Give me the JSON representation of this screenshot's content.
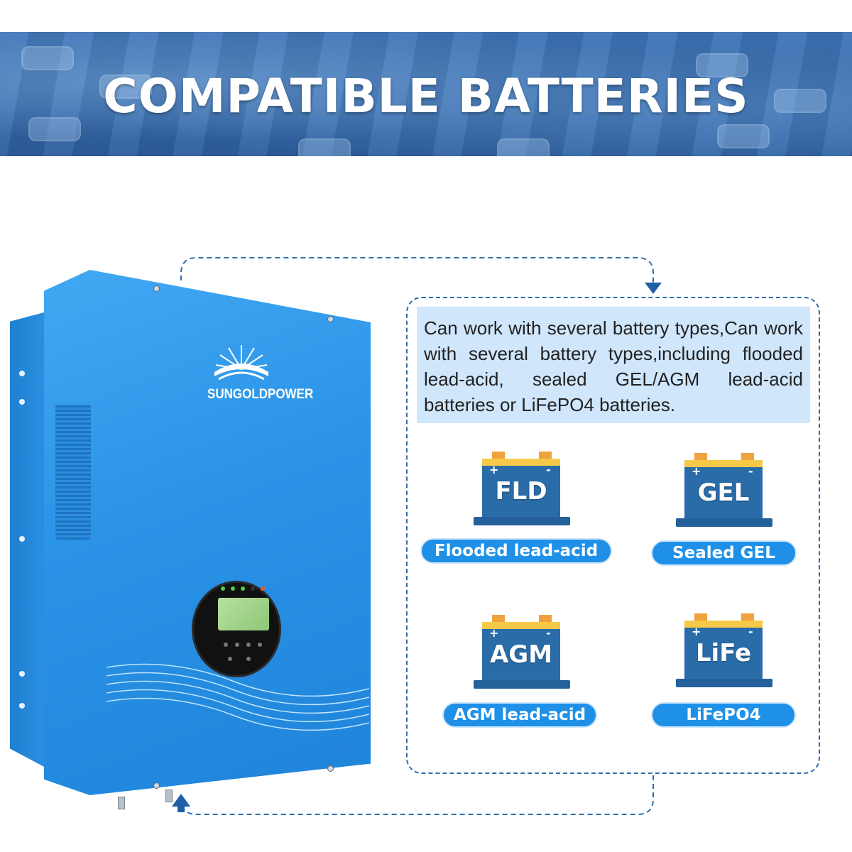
{
  "banner": {
    "title": "COMPATIBLE BATTERIES"
  },
  "device": {
    "brand": "SUNGOLDPOWER"
  },
  "description": "Can work with several battery types,Can work with several battery types,including flooded lead-acid, sealed GEL/AGM lead-acid batteries or LiFePO4 batteries.",
  "batteries": [
    {
      "code": "FLD",
      "label": "Flooded lead-acid",
      "plus": "+",
      "minus": "-"
    },
    {
      "code": "GEL",
      "label": "Sealed GEL",
      "plus": "+",
      "minus": "-"
    },
    {
      "code": "AGM",
      "label": "AGM lead-acid",
      "plus": "+",
      "minus": "-"
    },
    {
      "code": "LiFe",
      "label": "LiFePO4",
      "plus": "+",
      "minus": "-"
    }
  ],
  "colors": {
    "banner": "#3e74b6",
    "device": "#2a93e6",
    "accent": "#1e90e8",
    "battery_body": "#2a6ca8",
    "battery_top": "#f7c948",
    "desc_bg": "#cfe6fb",
    "dash": "#2f6fb0"
  }
}
